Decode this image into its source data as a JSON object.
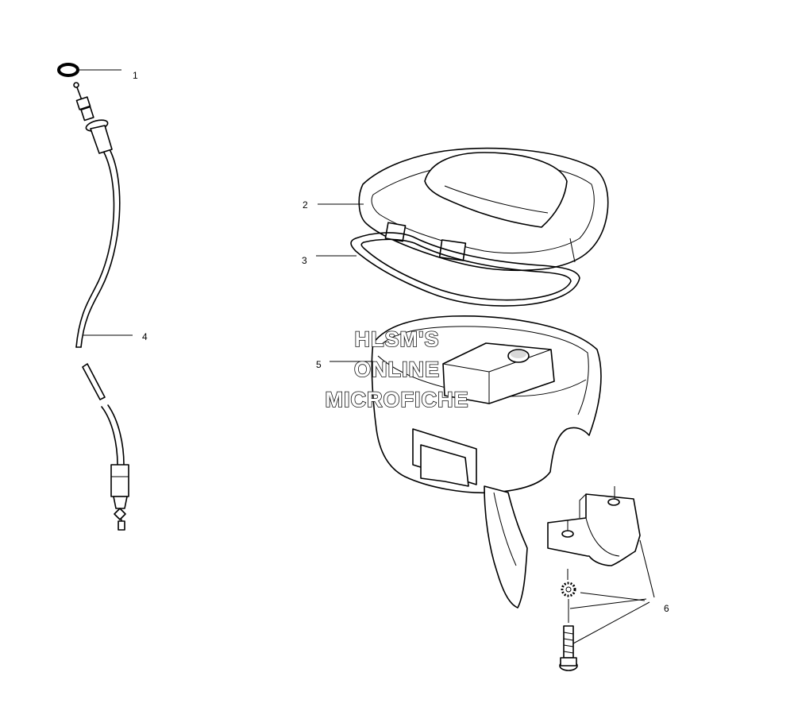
{
  "callouts": {
    "c1": "1",
    "c2": "2",
    "c3": "3",
    "c4": "4",
    "c5": "5",
    "c6": "6"
  },
  "watermark": {
    "line1": "HLSM'S",
    "line2": "ONLINE",
    "line3": "MICROFICHE"
  }
}
